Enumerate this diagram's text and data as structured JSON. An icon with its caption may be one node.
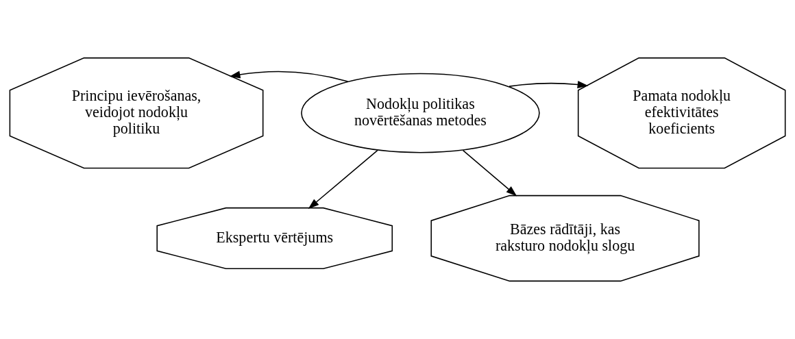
{
  "diagram": {
    "nodes": [
      {
        "text": [
          "Nodokļu politikas novērtēšanas metodes"
        ]
      },
      {
        "text": [
          "Ekspertu vērtējums"
        ]
      },
      {
        "text": [
          "Principu ievērošanas, veidojot nodokļu politiku"
        ]
      },
      {
        "text": [
          "Pamata nodokļu efektivitātes koeficients"
        ]
      },
      {
        "text": [
          "Bāzes rādītāji, kas raksturo nodokļu slogu"
        ]
      }
    ],
    "edges": [
      {
        "from": 0,
        "to": 1,
        "arrow": "to"
      },
      {
        "from": 0,
        "to": 2,
        "arrow": "to"
      },
      {
        "from": 0,
        "to": 3,
        "arrow": "to"
      },
      {
        "from": 0,
        "to": 4,
        "arrow": "to"
      }
    ]
  }
}
